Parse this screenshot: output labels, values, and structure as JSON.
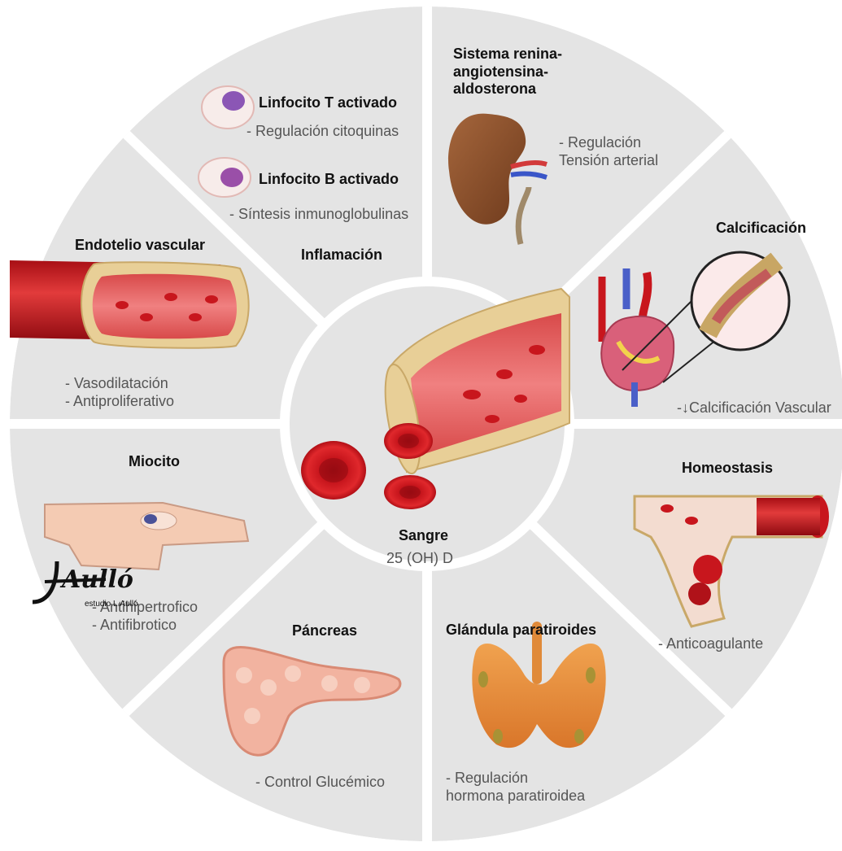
{
  "colors": {
    "segment_fill": "#e4e4e4",
    "divider": "#ffffff",
    "text_title": "#111111",
    "text_desc": "#555555",
    "blood_red": "#c8161d",
    "vessel_wall": "#e8cf97"
  },
  "center": {
    "title": "Sangre",
    "subtitle": "25 (OH) D"
  },
  "segments": {
    "inflamacion": {
      "title": "Inflamación",
      "lymph_t_title": "Linfocito T activado",
      "lymph_t_desc": "- Regulación citoquinas",
      "lymph_b_title": "Linfocito B activado",
      "lymph_b_desc": "- Síntesis inmunoglobulinas"
    },
    "raas": {
      "title": "Sistema renina-\nangiotensina-\naldosterona",
      "desc": "- Regulación\n  Tensión arterial"
    },
    "calcificacion": {
      "title": "Calcificación",
      "desc_arrow": "↓",
      "desc": "Calcificación Vascular"
    },
    "homeostasis": {
      "title": "Homeostasis",
      "desc": "- Anticoagulante"
    },
    "paratiroides": {
      "title": "Glándula paratiroides",
      "desc": "- Regulación\n  hormona paratiroidea"
    },
    "pancreas": {
      "title": "Páncreas",
      "desc": "- Control Glucémico"
    },
    "miocito": {
      "title": "Miocito",
      "desc": "- Antihipertrofico\n- Antifibrotico"
    },
    "endotelio": {
      "title": "Endotelio vascular",
      "desc": "- Vasodilatación\n- Antiproliferativo"
    }
  },
  "signature": {
    "logo_text": "Aulló",
    "studio": "estudio L.Aulló"
  },
  "icons": [
    "lymphocyte-t-icon",
    "lymphocyte-b-icon",
    "kidney-icon",
    "heart-icon",
    "magnifier-icon",
    "vessel-clot-icon",
    "thyroid-gland-icon",
    "pancreas-icon",
    "myocyte-icon",
    "blood-vessel-icon",
    "red-blood-cell-icon"
  ]
}
